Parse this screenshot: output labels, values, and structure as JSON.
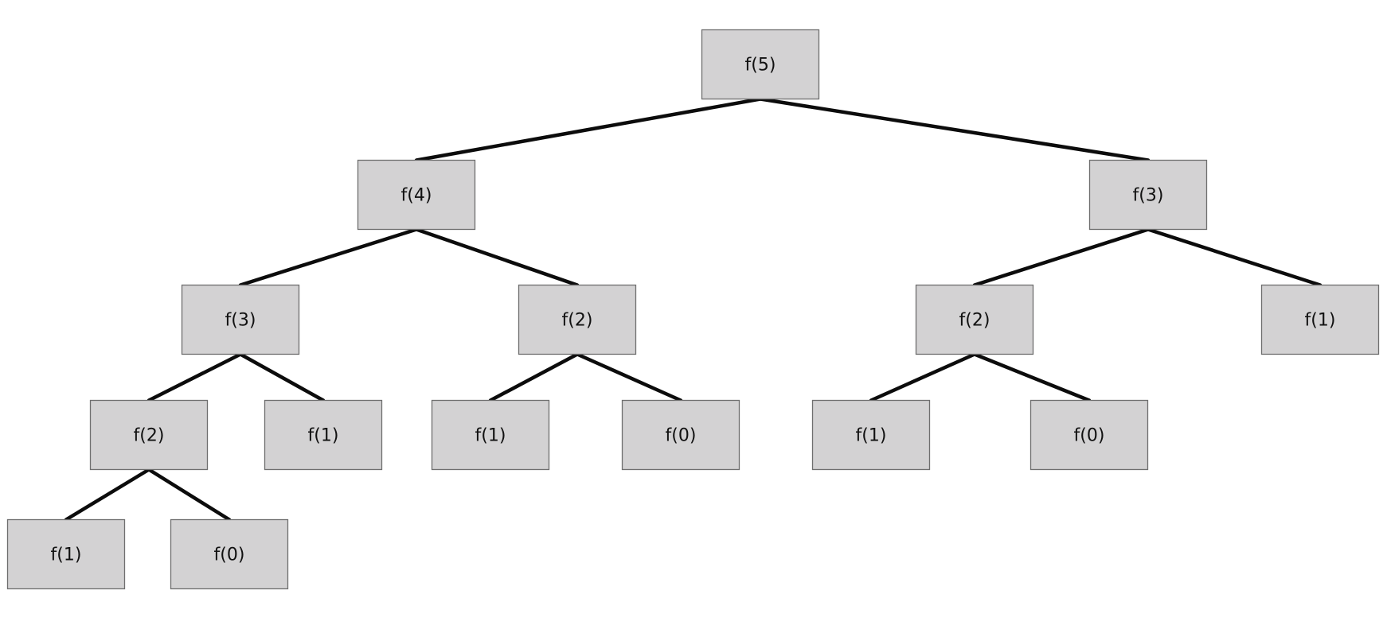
{
  "diagram": {
    "type": "tree",
    "nodes": [
      {
        "id": "n0",
        "label": "f(5)",
        "children": [
          "n1",
          "n2"
        ]
      },
      {
        "id": "n1",
        "label": "f(4)",
        "children": [
          "n3",
          "n4"
        ]
      },
      {
        "id": "n2",
        "label": "f(3)",
        "children": [
          "n5",
          "n6"
        ]
      },
      {
        "id": "n3",
        "label": "f(3)",
        "children": [
          "n7",
          "n8"
        ]
      },
      {
        "id": "n4",
        "label": "f(2)",
        "children": [
          "n9",
          "n10"
        ]
      },
      {
        "id": "n5",
        "label": "f(2)",
        "children": [
          "n11",
          "n12"
        ]
      },
      {
        "id": "n6",
        "label": "f(1)",
        "children": []
      },
      {
        "id": "n7",
        "label": "f(2)",
        "children": [
          "n13",
          "n14"
        ]
      },
      {
        "id": "n8",
        "label": "f(1)",
        "children": []
      },
      {
        "id": "n9",
        "label": "f(1)",
        "children": []
      },
      {
        "id": "n10",
        "label": "f(0)",
        "children": []
      },
      {
        "id": "n11",
        "label": "f(1)",
        "children": []
      },
      {
        "id": "n12",
        "label": "f(0)",
        "children": []
      },
      {
        "id": "n13",
        "label": "f(1)",
        "children": []
      },
      {
        "id": "n14",
        "label": "f(0)",
        "children": []
      }
    ],
    "colors": {
      "node_fill": "#d3d2d3",
      "node_border": "#6e6e6e",
      "edge": "#0c0c0c",
      "text": "#111111"
    }
  }
}
